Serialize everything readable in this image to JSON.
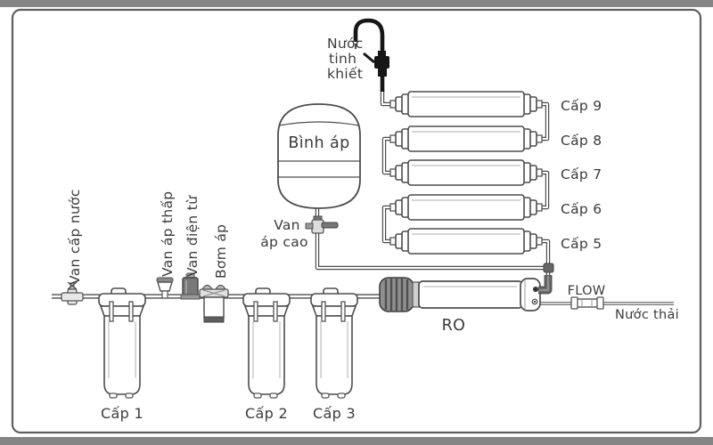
{
  "diagram": {
    "type": "ro-water-purifier-schematic",
    "labels": {
      "pure_water_lines": [
        "Nước",
        "tinh",
        "khiết"
      ],
      "tank": "Bình áp",
      "high_pressure_valve_lines": [
        "Van",
        "áp cao"
      ],
      "supply_valve": "Van cấp nước",
      "low_pressure_valve": "Van áp thấp",
      "solenoid_valve": "Van điện từ",
      "pump": "Bơm áp",
      "pre_filters": [
        "Cấp 1",
        "Cấp 2",
        "Cấp 3"
      ],
      "post_filters": [
        "Cấp 5",
        "Cấp 6",
        "Cấp 7",
        "Cấp 8",
        "Cấp 9"
      ],
      "membrane": "RO",
      "flow_restrictor": "FLOW",
      "waste_water": "Nước thải"
    },
    "colors": {
      "line": "#4d4d4d",
      "text": "#3c3c3c",
      "faucet_dark": "#161616",
      "frame_band": "#858585",
      "background": "#ffffff"
    }
  }
}
